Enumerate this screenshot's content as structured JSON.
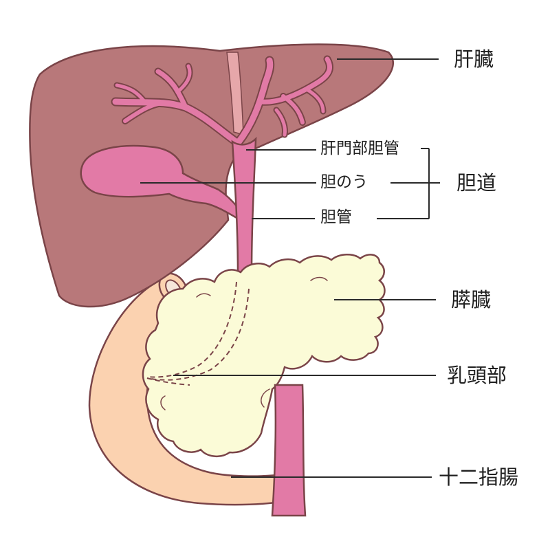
{
  "labels": {
    "liver": "肝臓",
    "hepatic_duct": "肝門部胆管",
    "gallbladder": "胆のう",
    "bile_duct": "胆管",
    "biliary_tract": "胆道",
    "pancreas": "膵臓",
    "papilla": "乳頭部",
    "duodenum": "十二指腸"
  },
  "colors": {
    "liver": "#b8787a",
    "outline": "#7a4448",
    "duct": "#e27aa6",
    "pancreas": "#fbfbd7",
    "duodenum": "#fbd2b0",
    "leader": "#2a2a2a"
  }
}
